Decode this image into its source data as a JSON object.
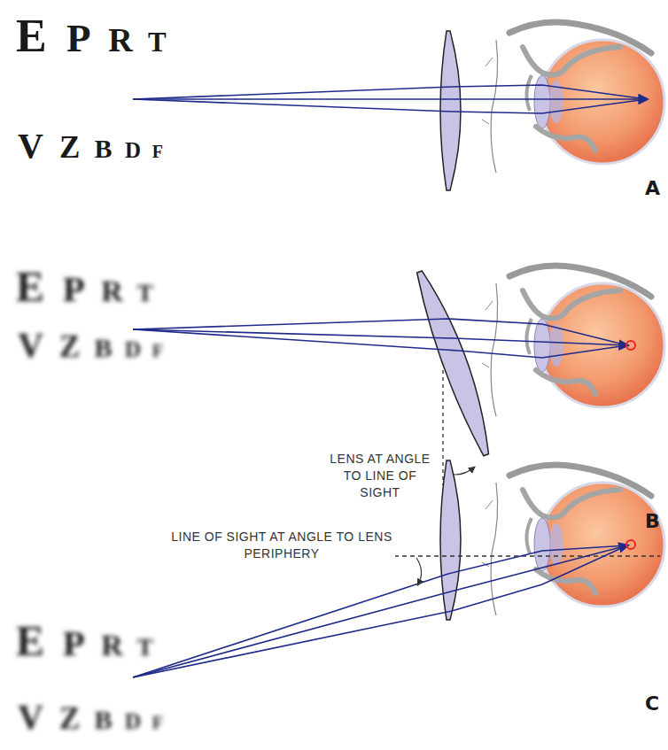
{
  "diagram": {
    "labels": [
      "E P R T",
      "V Z B D F",
      "A",
      "E P R T",
      "V Z B D F",
      "LENS AT ANGLE TO LINE OF SIGHT",
      "B",
      "LINE OF SIGHT AT ANGLE TO LENS PERIPHERY",
      "E P R T",
      "V Z B D F",
      "C"
    ]
  }
}
